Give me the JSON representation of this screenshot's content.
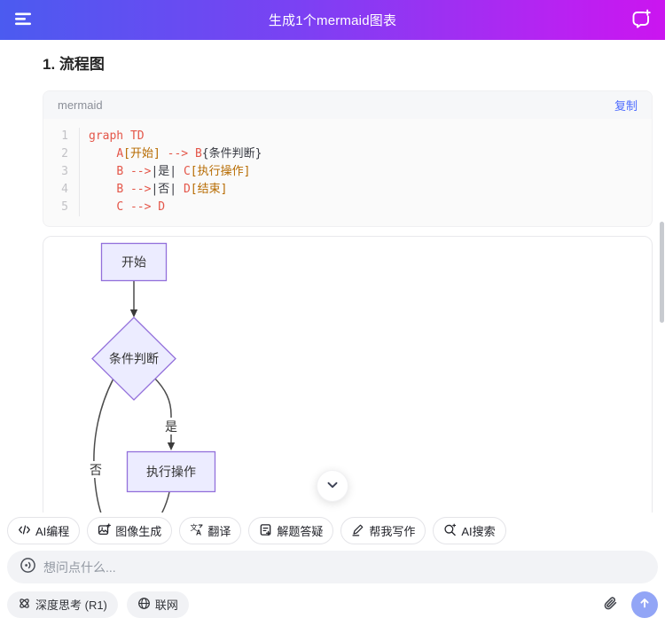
{
  "header": {
    "title": "生成1个mermaid图表"
  },
  "main": {
    "heading": "1. 流程图",
    "code_block": {
      "language_label": "mermaid",
      "copy_label": "复制",
      "lines": [
        {
          "num": "1",
          "tokens": [
            "graph TD"
          ]
        },
        {
          "num": "2",
          "tokens": [
            "    ",
            "A",
            "[开始]",
            " ",
            "-->",
            " ",
            "B",
            "{条件判断}"
          ]
        },
        {
          "num": "3",
          "tokens": [
            "    ",
            "B",
            " ",
            "-->",
            "|是|",
            " ",
            "C",
            "[执行操作]"
          ]
        },
        {
          "num": "4",
          "tokens": [
            "    ",
            "B",
            " ",
            "-->",
            "|否|",
            " ",
            "D",
            "[结束]"
          ]
        },
        {
          "num": "5",
          "tokens": [
            "    ",
            "C",
            " ",
            "-->",
            " ",
            "D"
          ]
        }
      ]
    },
    "diagram": {
      "node_start": "开始",
      "node_decision": "条件判断",
      "node_action": "执行操作",
      "edge_yes": "是",
      "edge_no": "否"
    }
  },
  "quick_actions": [
    {
      "label": "AI编程"
    },
    {
      "label": "图像生成"
    },
    {
      "label": "翻译"
    },
    {
      "label": "解题答疑"
    },
    {
      "label": "帮我写作"
    },
    {
      "label": "AI搜索"
    }
  ],
  "composer": {
    "placeholder": "想问点什么...",
    "deep_think_label": "深度思考 (R1)",
    "web_label": "联网"
  },
  "colors": {
    "header_gradient_left": "#4B5BF0",
    "header_gradient_mid": "#8C3CF3",
    "header_gradient_right": "#CB15F0",
    "copy_link_blue": "#4D6BFE",
    "code_keyword_red": "#E45649",
    "code_string_orange": "#B76B01",
    "mermaid_node_fill": "#ECECFF",
    "mermaid_node_border": "#9370DB",
    "send_button": "#92A5F6"
  }
}
